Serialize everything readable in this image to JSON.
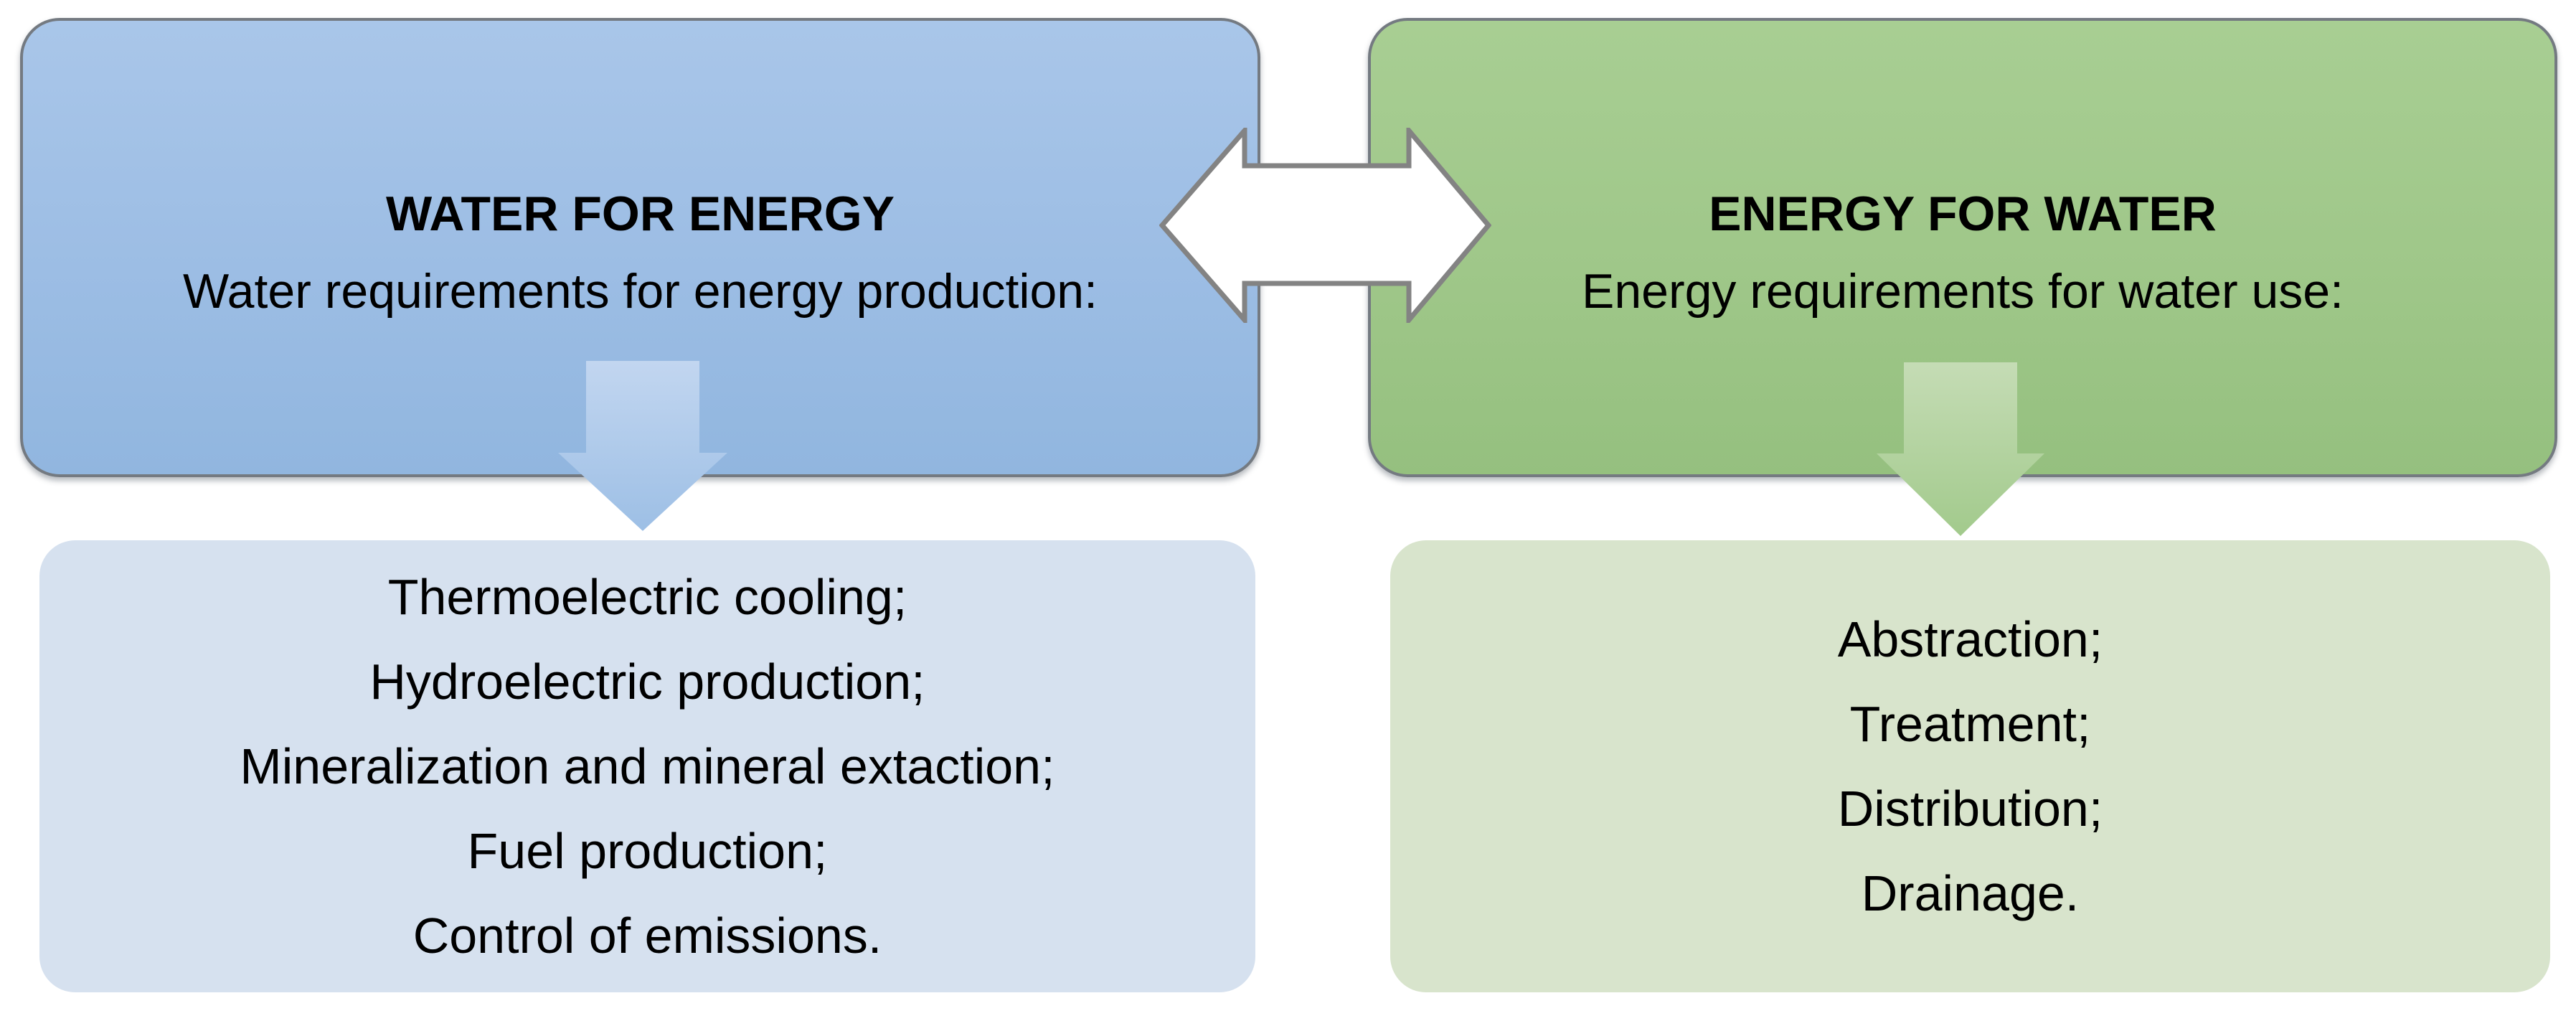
{
  "left_flow": {
    "header": {
      "title": "WATER FOR ENERGY",
      "subtitle": "Water requirements for energy production:"
    },
    "items": [
      "Thermoelectric cooling;",
      "Hydroelectric production;",
      "Mineralization and mineral extaction;",
      "Fuel production;",
      "Control of emissions."
    ]
  },
  "right_flow": {
    "header": {
      "title": "ENERGY FOR WATER",
      "subtitle": "Energy requirements for water use:"
    },
    "items": [
      "Abstraction;",
      "Treatment;",
      "Distribution;",
      "Drainage."
    ]
  },
  "icons": {
    "connector": "double-horizontal-arrow",
    "left_down": "down-arrow",
    "right_down": "down-arrow"
  },
  "palette": {
    "background": "#ffffff",
    "box_border": "#747a81",
    "connector_fill": "#ffffff",
    "connector_stroke": "#838383",
    "water_box_top": "#a9c6e9",
    "water_box_bottom": "#91b6df",
    "water_arrow_top": "#c2d6f0",
    "water_arrow_bottom": "#9dbfe5",
    "water_list_bg": "#d6e1ef",
    "energy_box_top": "#a8ce93",
    "energy_box_bottom": "#95c07f",
    "energy_arrow_top": "#c5dcb5",
    "energy_arrow_bottom": "#a2ca8c",
    "energy_list_bg": "#d8e4cc",
    "text": "#000000"
  }
}
